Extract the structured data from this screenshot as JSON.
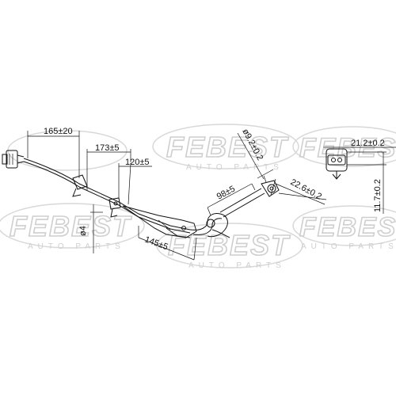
{
  "watermark": {
    "word": "FEBEST",
    "sub": "AUTO PARTS"
  },
  "dimensions": {
    "d165": "165±20",
    "d173": "173±5",
    "d120": "120±5",
    "d4": "ø4",
    "d145": "145±5",
    "d98": "98±5",
    "d9_2": "ø9.2±0.2",
    "d22_6": "22.6±0.2",
    "d21_2": "21.2±0.2",
    "d11_7": "11.7±0.2"
  }
}
